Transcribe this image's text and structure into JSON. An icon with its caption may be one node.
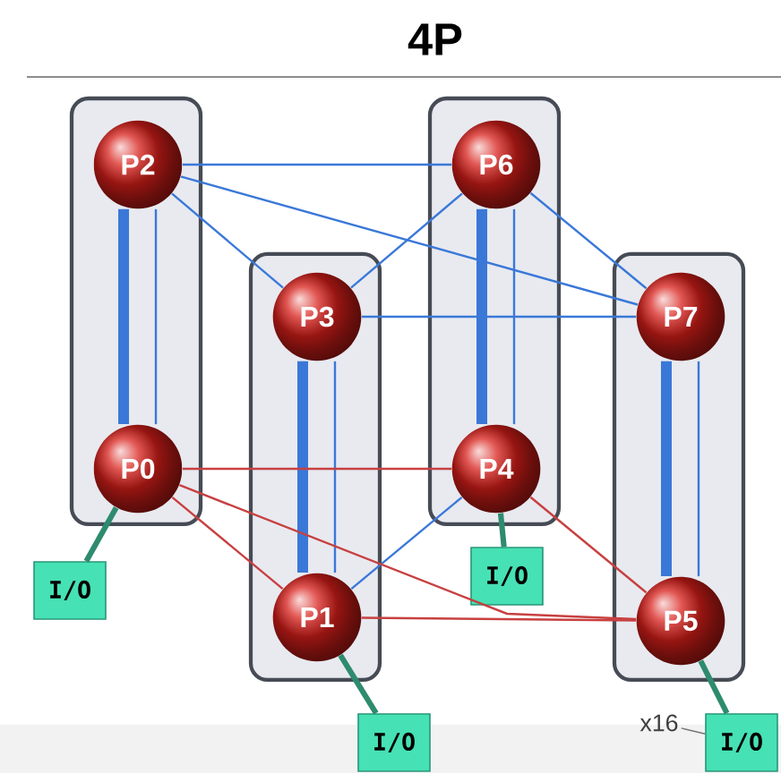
{
  "diagram": {
    "title": "4P",
    "nodes": [
      {
        "text": [],
        "shape": "box"
      },
      {
        "text": [
          "P2"
        ],
        "in": 0
      },
      {
        "text": [
          "P0"
        ],
        "in": 0
      },
      {
        "text": [],
        "shape": "box"
      },
      {
        "text": [
          "P3"
        ],
        "in": 3
      },
      {
        "text": [
          "P1"
        ],
        "in": 3
      },
      {
        "text": [],
        "shape": "box"
      },
      {
        "text": [
          "P6"
        ],
        "in": 6
      },
      {
        "text": [
          "P4"
        ],
        "in": 6
      },
      {
        "text": [],
        "shape": "box"
      },
      {
        "text": [
          "P7"
        ],
        "in": 9
      },
      {
        "text": [
          "P5"
        ],
        "in": 9
      },
      {
        "text": [
          "I/O"
        ]
      },
      {
        "text": [
          "I/O"
        ]
      },
      {
        "text": [
          "I/O"
        ]
      },
      {
        "text": [
          "I/O"
        ]
      },
      {
        "text": [
          "x16"
        ]
      }
    ],
    "edges": [
      {
        "from": 1,
        "to": 2,
        "arrow": "none",
        "style": "thick"
      },
      {
        "from": 1,
        "to": 2,
        "arrow": "none"
      },
      {
        "from": 4,
        "to": 5,
        "arrow": "none",
        "style": "thick"
      },
      {
        "from": 4,
        "to": 5,
        "arrow": "none"
      },
      {
        "from": 7,
        "to": 8,
        "arrow": "none",
        "style": "thick"
      },
      {
        "from": 7,
        "to": 8,
        "arrow": "none"
      },
      {
        "from": 10,
        "to": 11,
        "arrow": "none",
        "style": "thick"
      },
      {
        "from": 10,
        "to": 11,
        "arrow": "none"
      },
      {
        "from": 1,
        "to": 7,
        "arrow": "none"
      },
      {
        "from": 1,
        "to": 4,
        "arrow": "none"
      },
      {
        "from": 1,
        "to": 10,
        "arrow": "none"
      },
      {
        "from": 7,
        "to": 4,
        "arrow": "none"
      },
      {
        "from": 7,
        "to": 10,
        "arrow": "none"
      },
      {
        "from": 4,
        "to": 10,
        "arrow": "none"
      },
      {
        "from": 5,
        "to": 8,
        "arrow": "none"
      },
      {
        "from": 2,
        "to": 8,
        "arrow": "none",
        "color": "#c84040"
      },
      {
        "from": 2,
        "to": 5,
        "arrow": "none",
        "color": "#c84040"
      },
      {
        "from": 2,
        "to": 11,
        "arrow": "none",
        "color": "#c84040"
      },
      {
        "from": 8,
        "to": 11,
        "arrow": "none",
        "color": "#c84040"
      },
      {
        "from": 5,
        "to": 11,
        "arrow": "none",
        "color": "#c84040"
      },
      {
        "from": 2,
        "to": 12,
        "arrow": "none",
        "style": "thick",
        "color": "#2e8b6e"
      },
      {
        "from": 8,
        "to": 13,
        "arrow": "none",
        "style": "thick",
        "color": "#2e8b6e"
      },
      {
        "from": 5,
        "to": 14,
        "arrow": "none",
        "style": "thick",
        "color": "#2e8b6e"
      },
      {
        "from": 11,
        "to": 15,
        "arrow": "none",
        "style": "thick",
        "color": "#2e8b6e"
      },
      {
        "from": 16,
        "to": 15,
        "arrow": "none",
        "color": "#737373"
      }
    ]
  }
}
